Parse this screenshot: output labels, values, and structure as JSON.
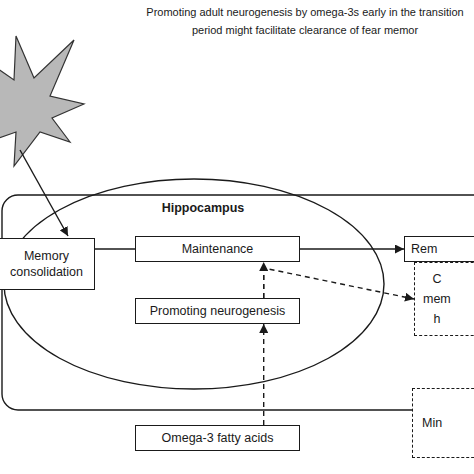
{
  "diagram": {
    "nodes": [
      {
        "text": [
          "Hippocampus"
        ]
      },
      {
        "text": [
          "Memory consolidation"
        ]
      },
      {
        "text": [
          "Maintenance"
        ],
        "in": 0
      },
      {
        "text": [
          "Rem"
        ]
      },
      {
        "text": [
          "C mem h"
        ]
      },
      {
        "text": [
          "Promoting neurogenesis"
        ],
        "in": 0
      },
      {
        "text": [
          "Min"
        ]
      },
      {
        "text": [
          "Omega-3 fatty acids"
        ]
      }
    ],
    "edges": [
      {
        "from": 1,
        "to": 2,
        "arrow": "none"
      },
      {
        "from": 2,
        "to": 3,
        "arrow": "to"
      },
      {
        "from": 5,
        "to": 2,
        "arrow": "to"
      },
      {
        "from": 5,
        "to": 4,
        "arrow": "to"
      },
      {
        "from": 7,
        "to": 5,
        "arrow": "to"
      }
    ],
    "labels": [
      "Promoting adult neurogenesis by omega-3s early in the transition period might facilitate clearance of fear memor"
    ]
  }
}
